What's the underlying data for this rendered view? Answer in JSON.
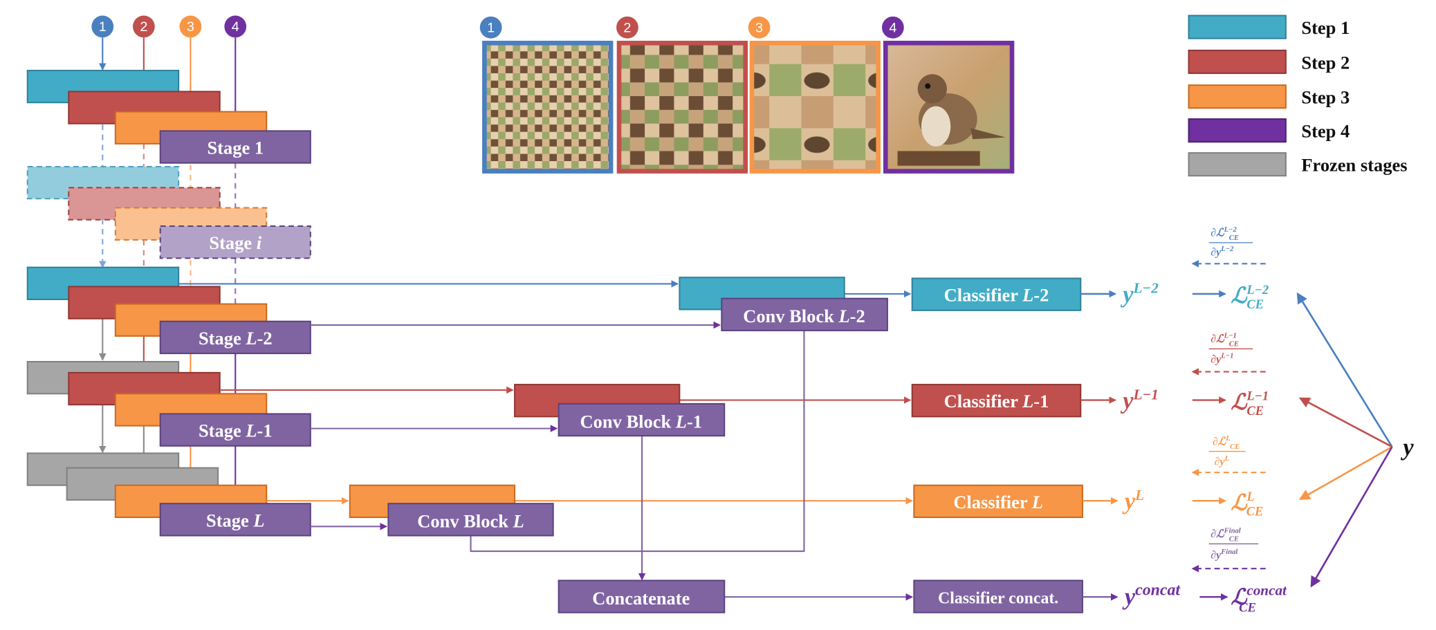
{
  "steps": [
    {
      "num": "1",
      "color": "#4a7fc0",
      "fill": "#42acc6",
      "edge": "#2f7f99"
    },
    {
      "num": "2",
      "color": "#c0504d",
      "fill": "#c0504d",
      "edge": "#8f3532"
    },
    {
      "num": "3",
      "color": "#f79646",
      "fill": "#f79646",
      "edge": "#c86a1e"
    },
    {
      "num": "4",
      "color": "#7030a0",
      "fill": "#8064a2",
      "edge": "#5a4180"
    }
  ],
  "legend": [
    {
      "label": "Step 1",
      "color": "#42acc6"
    },
    {
      "label": "Step 2",
      "color": "#c0504d"
    },
    {
      "label": "Step 3",
      "color": "#f79646"
    },
    {
      "label": "Step 4",
      "color": "#7030a0"
    },
    {
      "label": "Frozen stages",
      "color": "#a6a6a6"
    }
  ],
  "stages": {
    "s1": "Stage 1",
    "si_prefix": "Stage ",
    "si_var": "i",
    "sL2_prefix": "Stage ",
    "sL2_var": "L",
    "sL2_suffix": "-2",
    "sL1_prefix": "Stage ",
    "sL1_var": "L",
    "sL1_suffix": "-1",
    "sL_prefix": "Stage ",
    "sL_var": "L"
  },
  "conv": {
    "c2_prefix": "Conv Block ",
    "c2_var": "L",
    "c2_suffix": "-2",
    "c1_prefix": "Conv Block ",
    "c1_var": "L",
    "c1_suffix": "-1",
    "c0_prefix": "Conv Block ",
    "c0_var": "L"
  },
  "concat_label": "Concatenate",
  "classifiers": {
    "k2_prefix": "Classifier ",
    "k2_var": "L",
    "k2_suffix": "-2",
    "k1_prefix": "Classifier ",
    "k1_var": "L",
    "k1_suffix": "-1",
    "k0_prefix": "Classifier ",
    "k0_var": "L",
    "kc": "Classifier concat."
  },
  "outputs": {
    "y": "y",
    "sup_L2": "L−2",
    "sup_L1": "L−1",
    "sup_L": "L",
    "sup_concat": "concat"
  },
  "losses": {
    "script": "ℒ",
    "ce": "CE",
    "sup_L2": "L−2",
    "sup_L1": "L−1",
    "sup_L": "L",
    "sup_concat": "concat"
  },
  "gradients": {
    "partial": "∂",
    "sup_L2": "L−2",
    "sup_L1": "L−1",
    "sup_L": "L",
    "sup_final": "Final"
  },
  "target_label": "y"
}
